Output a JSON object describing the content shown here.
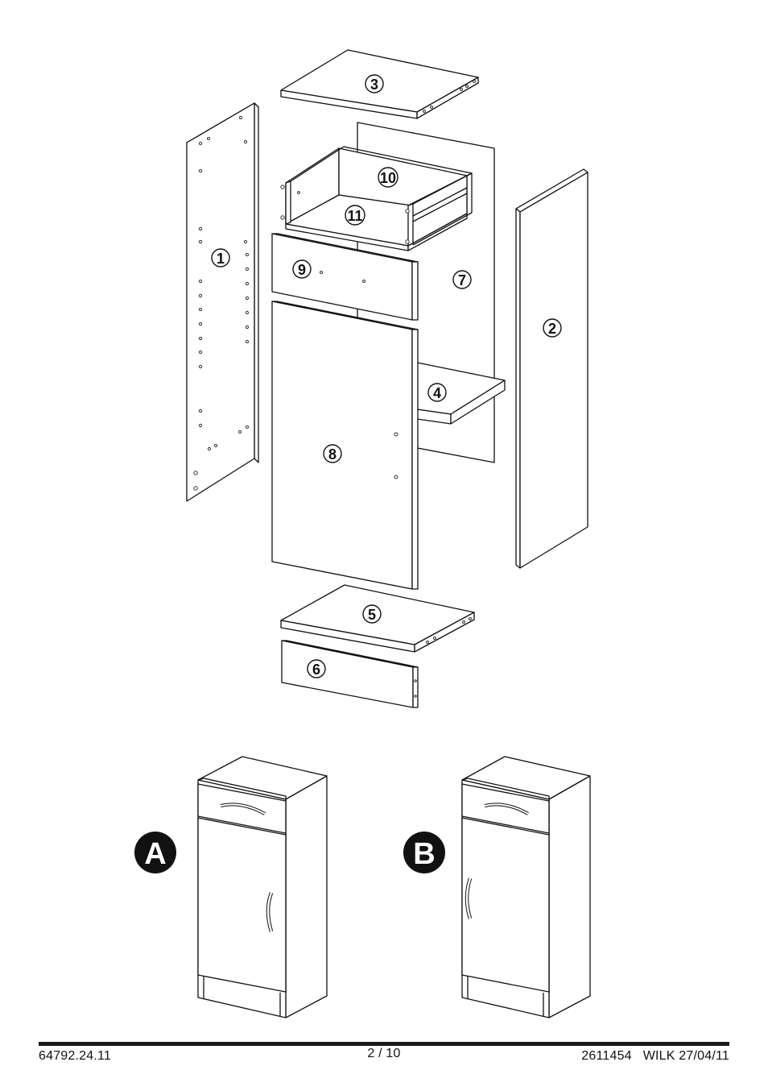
{
  "parts": [
    {
      "id": "part-1",
      "label": "1"
    },
    {
      "id": "part-2",
      "label": "2"
    },
    {
      "id": "part-3",
      "label": "3"
    },
    {
      "id": "part-4",
      "label": "4"
    },
    {
      "id": "part-5",
      "label": "5"
    },
    {
      "id": "part-6",
      "label": "6"
    },
    {
      "id": "part-7",
      "label": "7"
    },
    {
      "id": "part-8",
      "label": "8"
    },
    {
      "id": "part-9",
      "label": "9"
    },
    {
      "id": "part-10",
      "label": "10"
    },
    {
      "id": "part-11",
      "label": "11"
    }
  ],
  "variants": [
    {
      "label": "A"
    },
    {
      "label": "B"
    }
  ],
  "footer": {
    "left": "64792.24.11",
    "center": "2 / 10",
    "right": "2611454   WILK 27/04/11"
  }
}
